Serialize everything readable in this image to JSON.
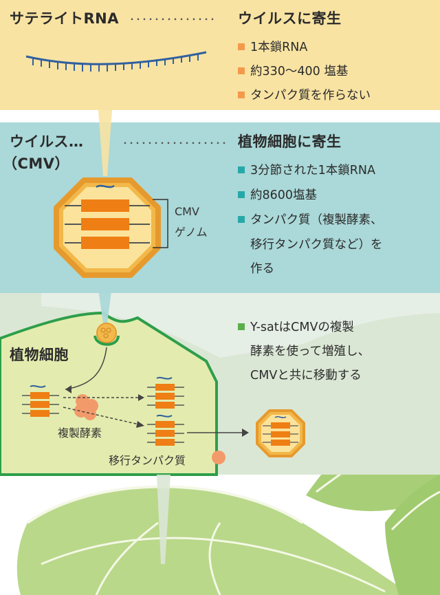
{
  "satellite": {
    "title": "サテライトRNA",
    "parasite": "ウイルスに寄生",
    "bullets": [
      "1本鎖RNA",
      "約330〜400 塩基",
      "タンパク質を作らない"
    ]
  },
  "virus": {
    "title_line1": "ウイルス…",
    "title_line2": "（CMV）",
    "parasite": "植物細胞に寄生",
    "genome_label": [
      "CMV",
      "ゲノム"
    ],
    "bullets": [
      "3分節された1本鎖RNA",
      "約8600塩基"
    ],
    "bullet3_lines": [
      "タンパク質（複製酵素、",
      "移行タンパク質など）を",
      "作る"
    ]
  },
  "plant": {
    "title": "植物細胞",
    "note_lines": [
      "Y-satはCMVの複製",
      "酵素を使って増殖し、",
      "CMVと共に移動する"
    ],
    "replicase_label": "複製酵素",
    "movement_label": "移行タンパク質"
  },
  "colors": {
    "yellow_panel": "#f8e3a3",
    "blue_panel": "#abd8d8",
    "green_panel": "#dbe7d5",
    "cell_fill": "#e3ecae",
    "cell_wall": "#2e9e4a",
    "segment": "#ef7e14",
    "capsid": "#f2b84a",
    "rna": "#2f5f9e",
    "bullet_orange": "#f39a4a",
    "bullet_teal": "#27a8a8",
    "bullet_green": "#5cae4a"
  }
}
